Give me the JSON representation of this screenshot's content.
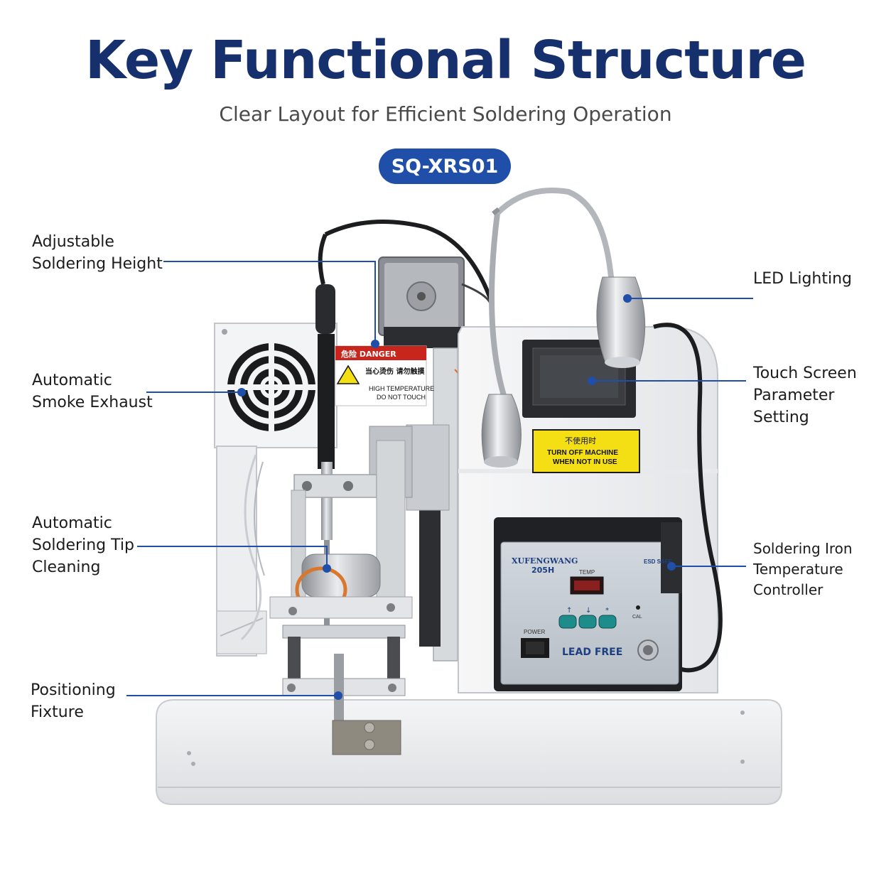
{
  "header": {
    "title": "Key Functional Structure",
    "subtitle": "Clear Layout for Efficient Soldering Operation",
    "model": "SQ-XRS01"
  },
  "callouts": {
    "height": [
      "Adjustable",
      "Soldering Height"
    ],
    "smoke": [
      "Automatic",
      "Smoke Exhaust"
    ],
    "tip": [
      "Automatic",
      "Soldering Tip",
      "Cleaning"
    ],
    "fixture": [
      "Positioning",
      "Fixture"
    ],
    "led": [
      "LED Lighting"
    ],
    "touch": [
      "Touch Screen",
      "Parameter Setting"
    ],
    "controller": [
      "Soldering Iron",
      "Temperature Controller"
    ]
  },
  "machine_labels": {
    "warning_title": "危险 DANGER",
    "warning_cn": "当心烫伤 请勿触摸",
    "warning_line1": "HIGH TEMPERATURE",
    "warning_line2": "DO NOT TOUCH",
    "notice_cn": "不使用时",
    "notice_line1": "TURN OFF MACHINE",
    "notice_line2": "WHEN NOT IN USE",
    "brand": "XUFENGWANG",
    "model_code": "205H",
    "temp_label": "TEMP",
    "esd": "ESD SAFE",
    "cal": "CAL",
    "power": "POWER",
    "lead_free": "LEAD FREE"
  },
  "colors": {
    "title": "#16306e",
    "badge": "#1f4fa8",
    "callout_line": "#1f4fa8",
    "panel": "#c8d0d8",
    "warning_yellow": "#f3df14",
    "warning_red": "#c8261c",
    "button_teal": "#1f8c8c"
  }
}
